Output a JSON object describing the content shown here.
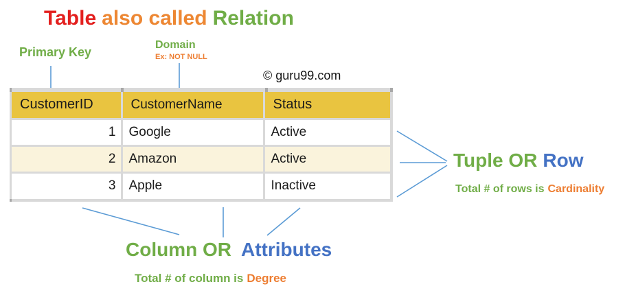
{
  "title": {
    "part1": "Table",
    "part2": "also called",
    "part3": "Relation"
  },
  "annotations": {
    "primary_key": "Primary Key",
    "domain": "Domain",
    "domain_example": "Ex: NOT NULL",
    "tuple_part1": "Tuple OR",
    "tuple_part2": "Row",
    "cardinality_prefix": "Total # of rows is",
    "cardinality_term": "Cardinality",
    "column_part1": "Column OR",
    "column_part2": "Attributes",
    "degree_prefix": "Total # of column is",
    "degree_term": "Degree"
  },
  "watermark": "© guru99.com",
  "table": {
    "headers": [
      "CustomerID",
      "CustomerName",
      "Status"
    ],
    "rows": [
      [
        "1",
        "Google",
        "Active"
      ],
      [
        "2",
        "Amazon",
        "Active"
      ],
      [
        "3",
        "Apple",
        "Inactive"
      ]
    ]
  },
  "colors": {
    "title_red": "#E3201F",
    "title_orange": "#ED8733",
    "green": "#70AD47",
    "blue": "#4472C4",
    "orange": "#ED7D31",
    "connector_blue": "#5B9BD5",
    "header_gold": "#E9C440",
    "row_cream": "#FAF3DC",
    "border_gray": "#D9D9D9"
  }
}
